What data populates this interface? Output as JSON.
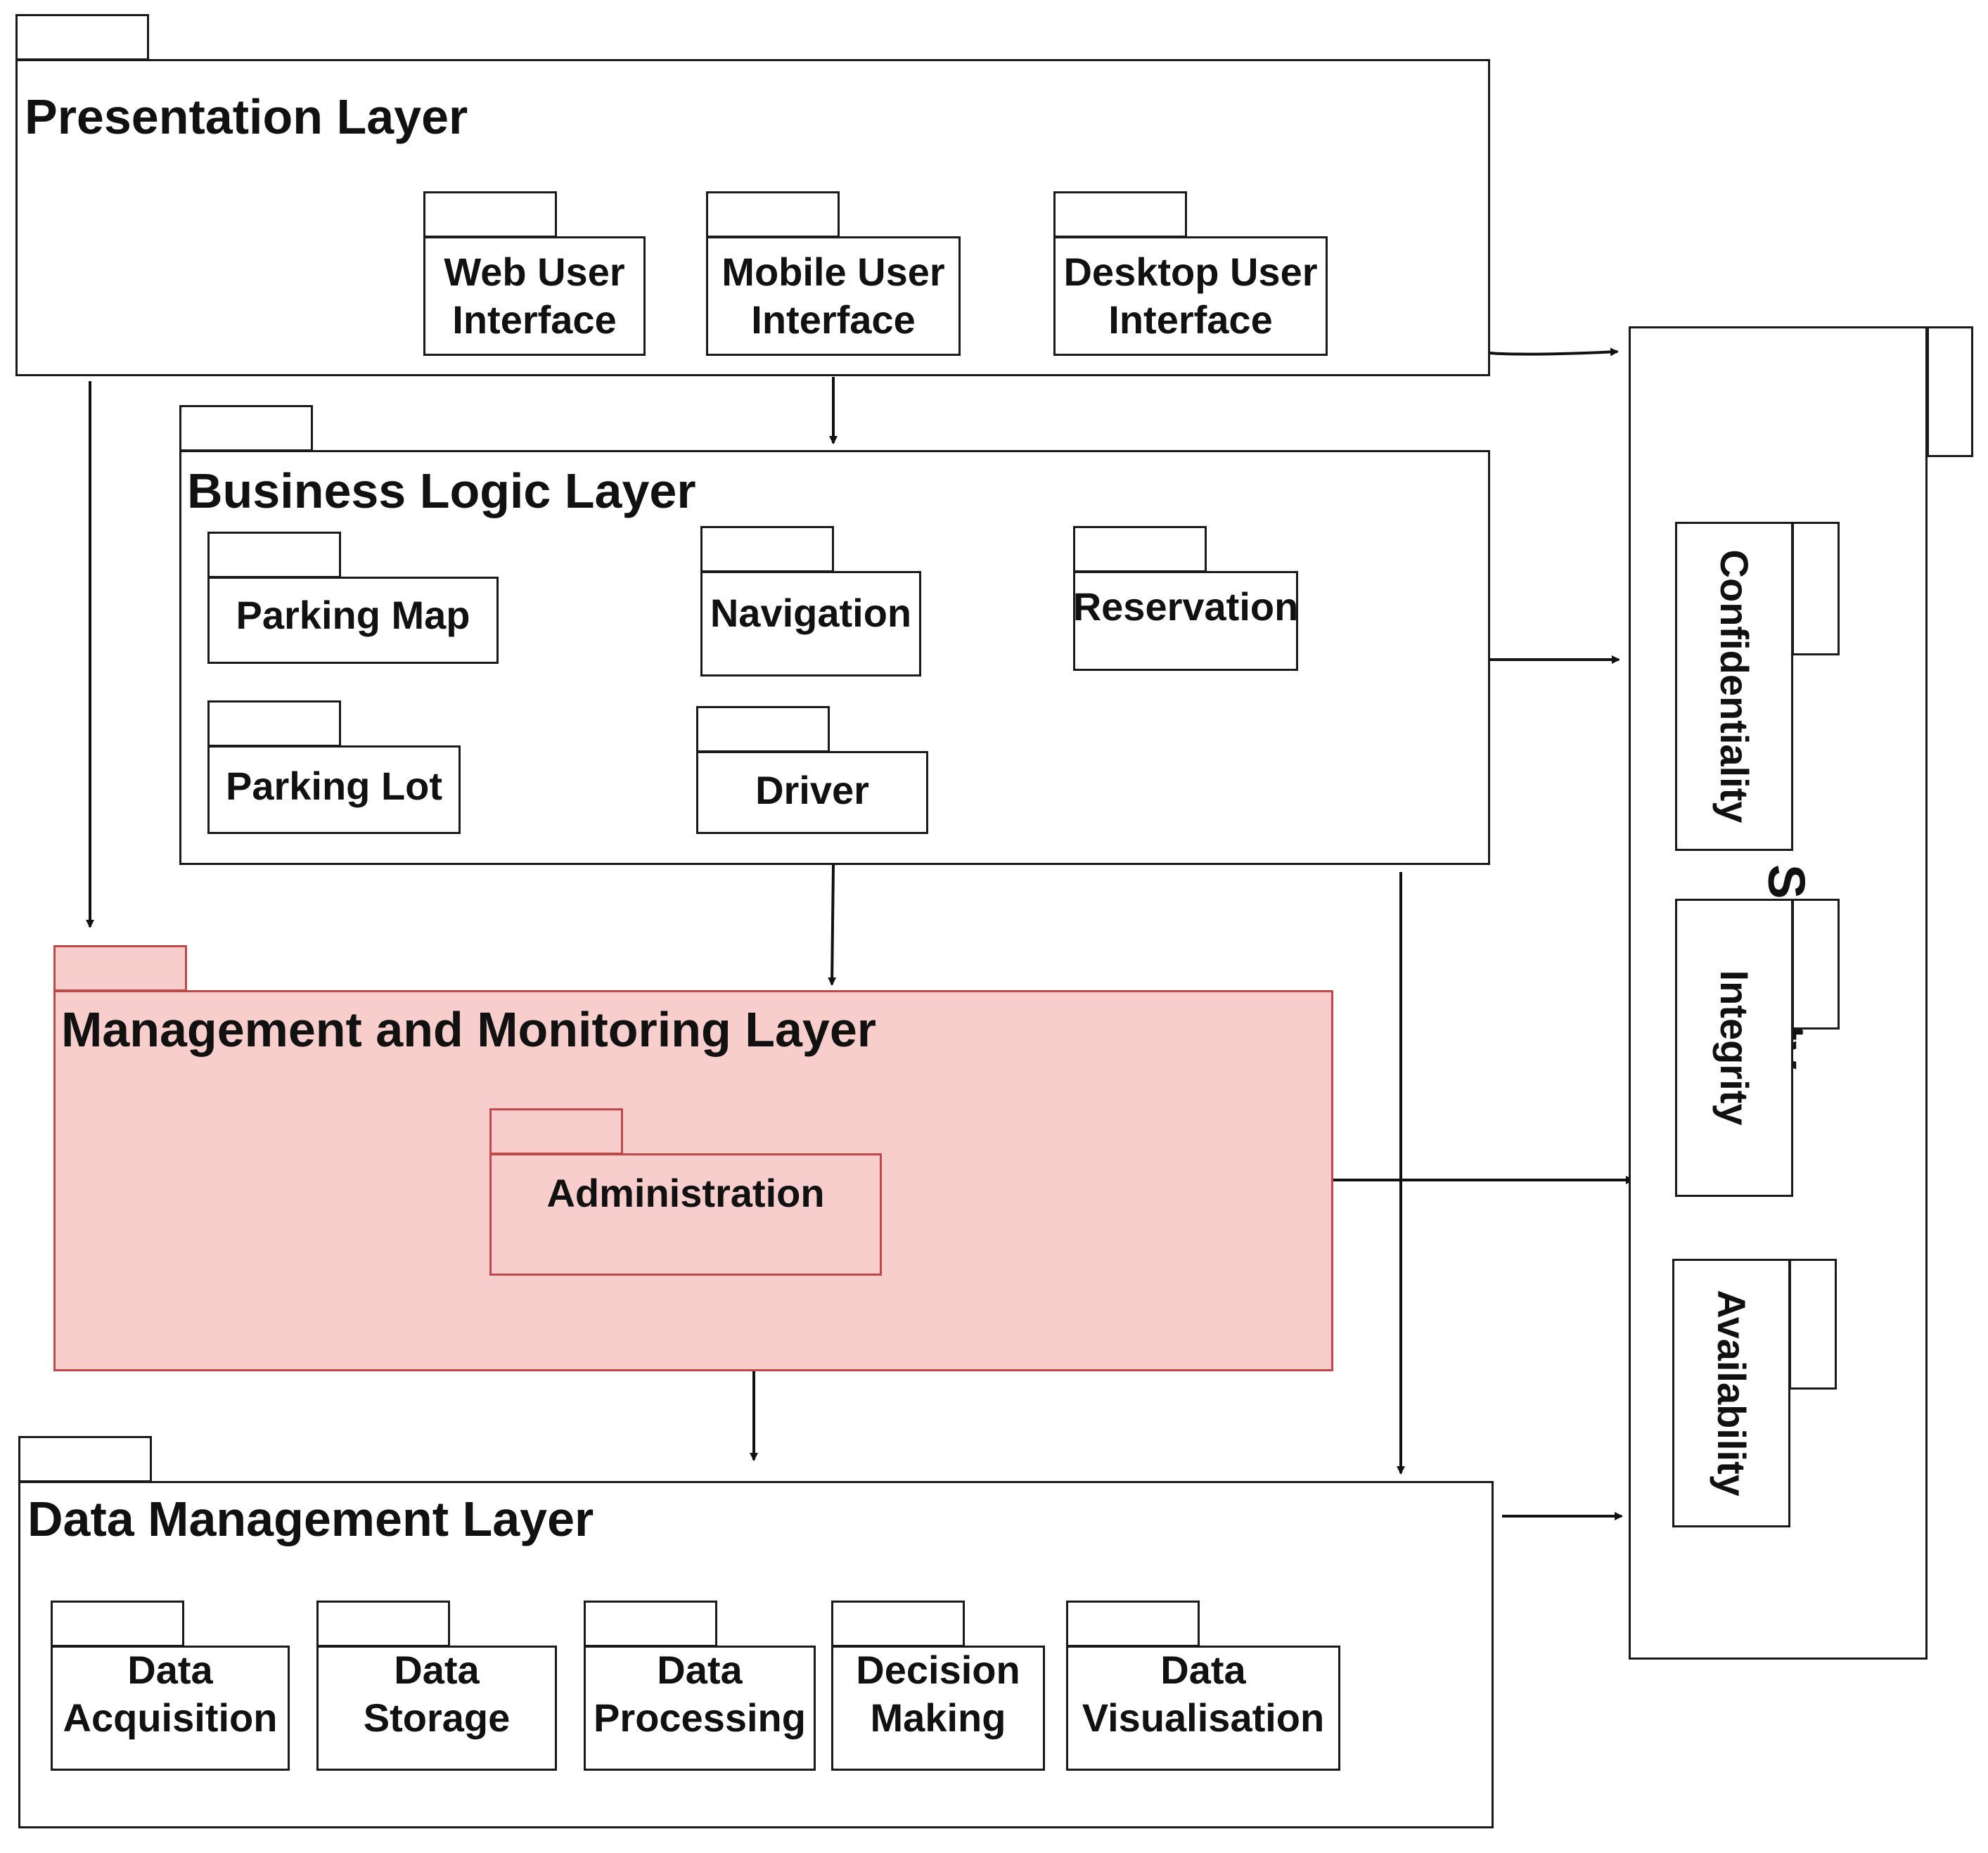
{
  "presentation": {
    "title": "Presentation Layer",
    "packages": [
      "Web User\nInterface",
      "Mobile User\nInterface",
      "Desktop User\nInterface"
    ]
  },
  "business": {
    "title": "Business Logic Layer",
    "packages": [
      "Parking Map",
      "Navigation",
      "Reservation",
      "Parking Lot",
      "Driver"
    ]
  },
  "management": {
    "title": "Management and Monitoring Layer",
    "packages": [
      "Administration"
    ],
    "fill_color": "#f8cecc",
    "border_color": "#c04848"
  },
  "data_layer": {
    "title": "Data Management Layer",
    "packages": [
      "Data\nAcquisition",
      "Data\nStorage",
      "Data\nProcessing",
      "Decision\nMaking",
      "Data\nVisualisation"
    ]
  },
  "security": {
    "title": "Security",
    "packages": [
      "Confidentiality",
      "Integrity",
      "Availability"
    ]
  }
}
